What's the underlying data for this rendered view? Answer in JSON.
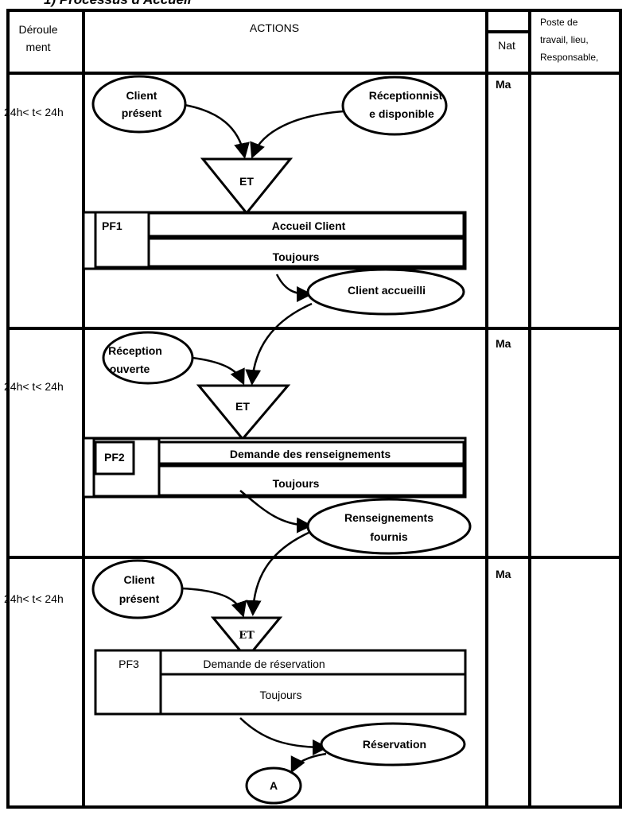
{
  "title": "1) Processus d'Accueil",
  "header": {
    "deroulement_line1": "Déroule",
    "deroulement_line2": "ment",
    "actions": "ACTIONS",
    "nat": "Nat",
    "poste_line1": "Poste de",
    "poste_line2": "travail, lieu,",
    "poste_line3": "Responsable,"
  },
  "sections": [
    {
      "time": "24h< t< 24h",
      "nat": "Ma",
      "input_left": [
        "Client",
        "présent"
      ],
      "input_right": [
        "Réceptionnist",
        "e disponible"
      ],
      "gate": "ET",
      "pf": "PF1",
      "action": "Accueil Client",
      "condition": "Toujours",
      "output": [
        "Client accueilli"
      ]
    },
    {
      "time": "24h< t< 24h",
      "nat": "Ma",
      "input_left": [
        "Réception",
        "ouverte"
      ],
      "gate": "ET",
      "pf": "PF2",
      "action": "Demande des renseignements",
      "condition": "Toujours",
      "output": [
        "Renseignements",
        "fournis"
      ]
    },
    {
      "time": "24h< t< 24h",
      "nat": "Ma",
      "input_left": [
        "Client",
        "présent"
      ],
      "gate": "ET",
      "pf": "PF3",
      "action": "Demande de réservation",
      "condition": "Toujours",
      "output": [
        "Réservation"
      ],
      "connector": "A"
    }
  ]
}
